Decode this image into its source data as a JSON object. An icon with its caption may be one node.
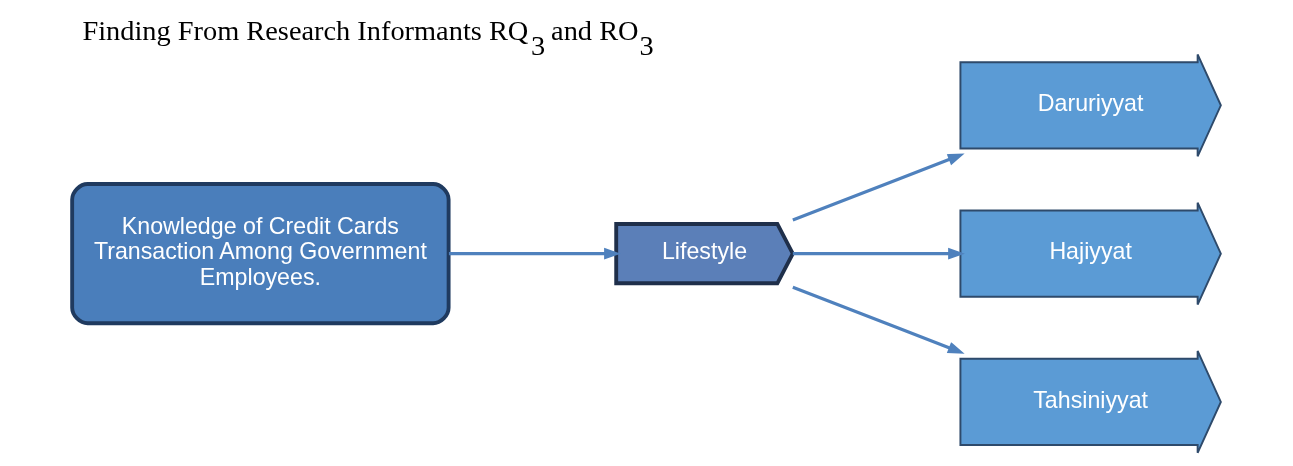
{
  "diagram": {
    "title": "Finding From Research Informants RQ$_{3}$ and RO$_{3}$",
    "nodes": [
      {
        "text": [
          "Knowledge of Credit Cards Transaction Among Government Employees."
        ]
      },
      {
        "text": [
          "Lifestyle"
        ]
      },
      {
        "text": [
          "Daruriyyat"
        ]
      },
      {
        "text": [
          "Hajiyyat"
        ]
      },
      {
        "text": [
          "Tahsiniyyat"
        ]
      }
    ],
    "edges": [
      {
        "from": 0,
        "to": 1,
        "arrow": "to"
      },
      {
        "from": 1,
        "to": 2,
        "arrow": "to"
      },
      {
        "from": 1,
        "to": 3,
        "arrow": "to"
      },
      {
        "from": 1,
        "to": 4,
        "arrow": "to"
      }
    ]
  }
}
